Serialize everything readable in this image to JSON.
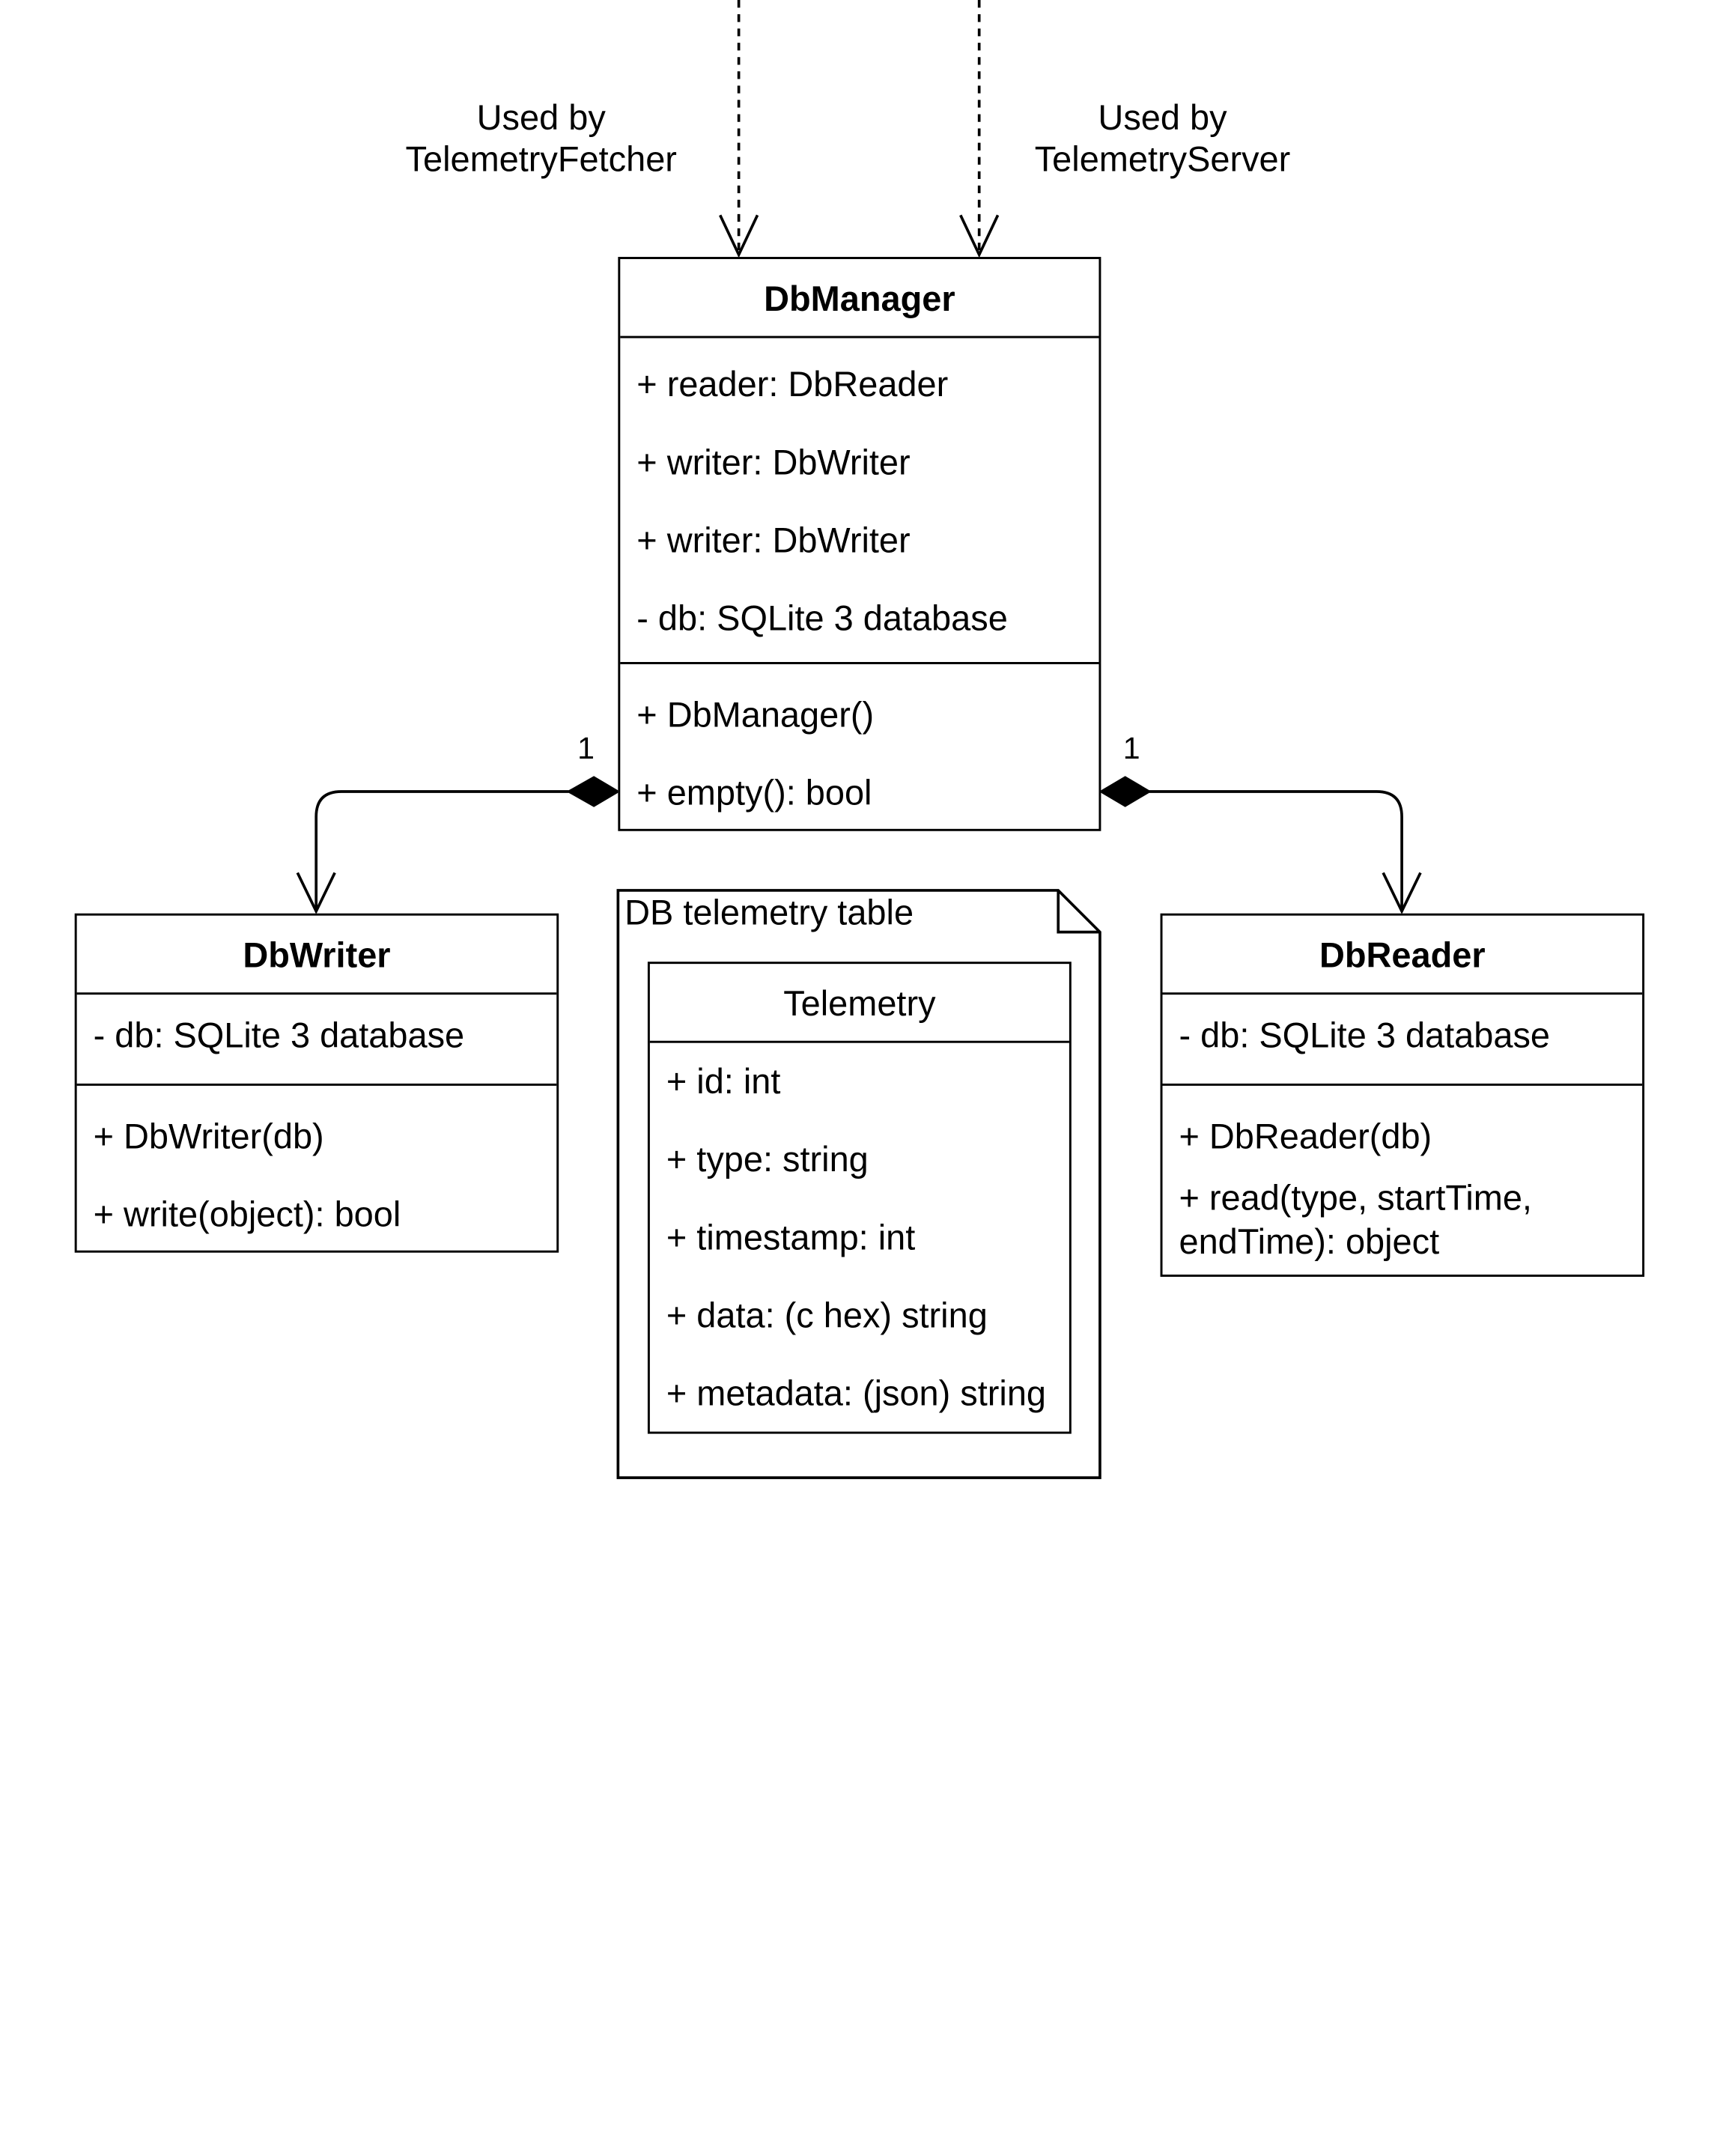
{
  "usage_labels": {
    "fetcher": [
      "Used by",
      "TelemetryFetcher"
    ],
    "server": [
      "Used by",
      "TelemetryServer"
    ]
  },
  "multiplicities": {
    "writer": "1",
    "reader": "1"
  },
  "classes": {
    "db_manager": {
      "name": "DbManager",
      "attributes": [
        "+ reader: DbReader",
        "+ writer: DbWriter",
        "+ writer: DbWriter",
        "- db: SQLite 3 database"
      ],
      "methods": [
        "+ DbManager()",
        "+ empty(): bool"
      ]
    },
    "db_writer": {
      "name": "DbWriter",
      "attributes": [
        "- db: SQLite 3 database"
      ],
      "methods": [
        "+ DbWriter(db)",
        "+ write(object): bool"
      ]
    },
    "db_reader": {
      "name": "DbReader",
      "attributes": [
        "- db: SQLite 3 database"
      ],
      "methods": [
        "+ DbReader(db)",
        "+ read(type, startTime,",
        "endTime): object"
      ]
    }
  },
  "note": {
    "title": "DB telemetry table",
    "table": {
      "name": "Telemetry",
      "fields": [
        "+ id: int",
        "+ type: string",
        "+ timestamp: int",
        "+ data: (c hex) string",
        "+ metadata: (json) string"
      ]
    }
  }
}
